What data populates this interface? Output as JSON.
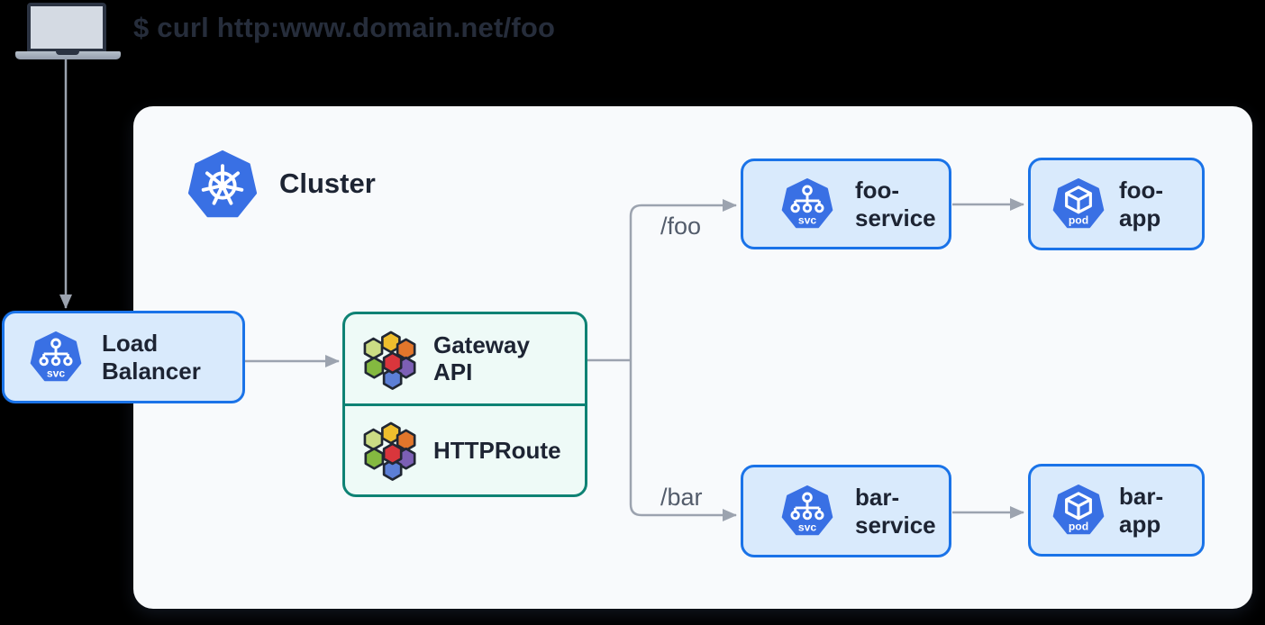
{
  "colors": {
    "page_bg": "#000000",
    "panel_bg": "#f8fafc",
    "node_blue_bg": "#d9eafc",
    "node_blue_border": "#1a73e8",
    "node_teal_bg": "#eefaf7",
    "node_teal_border": "#0e8274",
    "k8s_blue": "#3970e4",
    "arrow_gray": "#9ca3af",
    "text_dark": "#1d2433",
    "route_text": "#535c6b",
    "gw_yellow": "#efbe2d",
    "gw_lime": "#cbdc84",
    "gw_orange": "#e2762b",
    "gw_red": "#d9363c",
    "gw_green": "#84b940",
    "gw_blue": "#5c7fd6",
    "gw_purple": "#7c5fb5",
    "hex_outline": "#212733"
  },
  "terminal": {
    "command": "$ curl http:www.domain.net/foo"
  },
  "cluster": {
    "label": "Cluster"
  },
  "icons": {
    "svc_badge": "svc",
    "pod_badge": "pod"
  },
  "routes": {
    "foo": "/foo",
    "bar": "/bar"
  },
  "nodes": {
    "load_balancer": {
      "line1": "Load",
      "line2": "Balancer"
    },
    "gateway_api": {
      "line1": "Gateway",
      "line2": "API"
    },
    "httproute": {
      "line1": "HTTPRoute"
    },
    "foo_service": {
      "line1": "foo-",
      "line2": "service"
    },
    "foo_app": {
      "line1": "foo-",
      "line2": "app"
    },
    "bar_service": {
      "line1": "bar-",
      "line2": "service"
    },
    "bar_app": {
      "line1": "bar-",
      "line2": "app"
    }
  }
}
